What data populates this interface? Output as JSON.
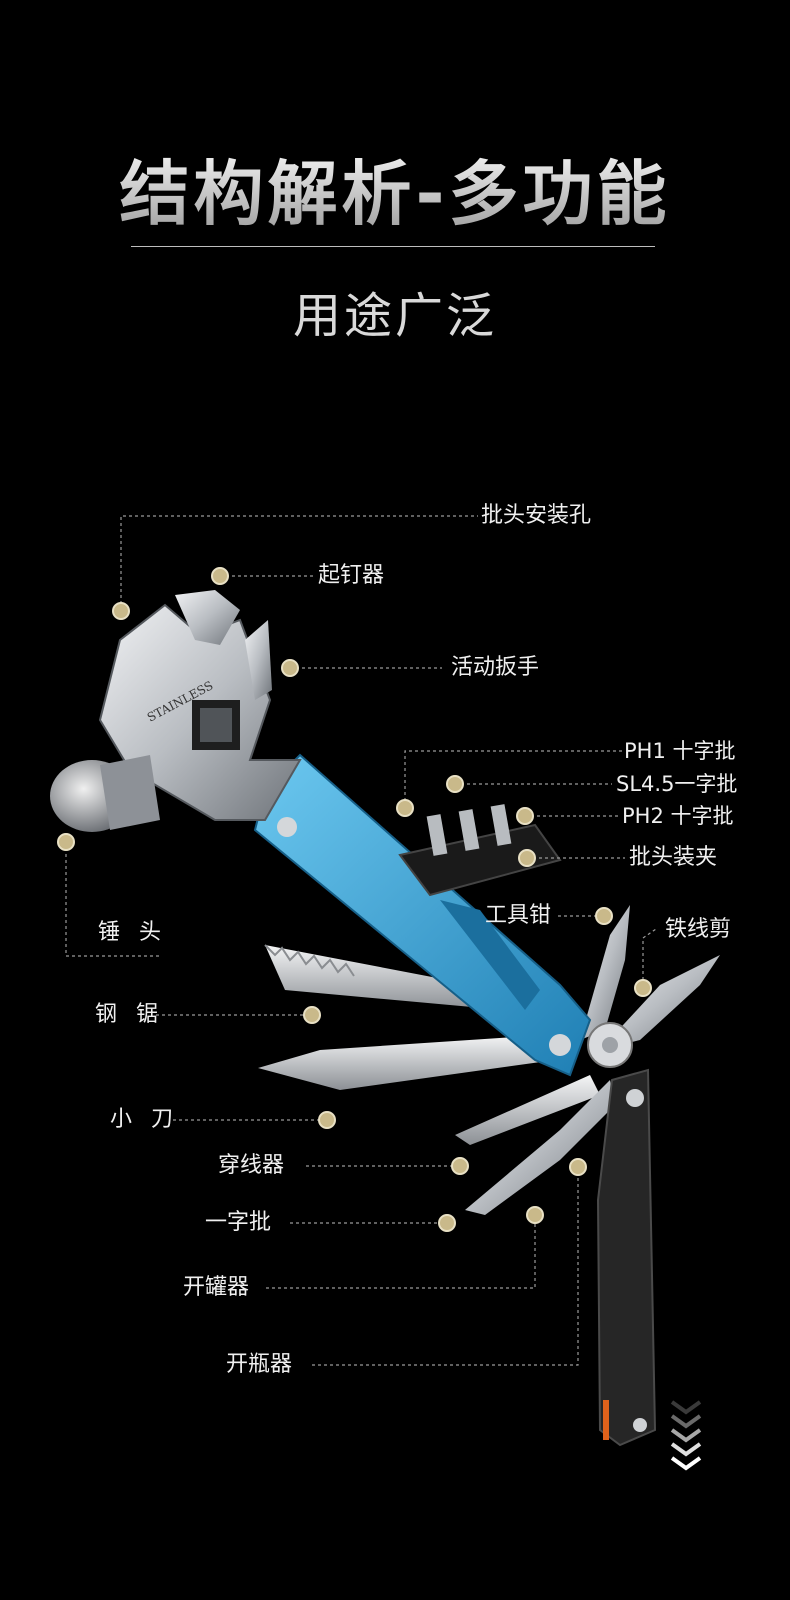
{
  "header": {
    "title": "结构解析-多功能",
    "subtitle": "用途广泛"
  },
  "stamp": "STAINLESS",
  "colors": {
    "background": "#000000",
    "dot": "#c9b98a",
    "handle_blue": "#3aa7d8",
    "handle_black": "#262626",
    "steel": "#c8cbcf"
  },
  "callouts": {
    "bit_hole": "批头安装孔",
    "nail_puller": "起钉器",
    "wrench": "活动扳手",
    "ph1": "PH1 十字批",
    "sl45": "SL4.5一字批",
    "ph2": "PH2 十字批",
    "bit_holder": "批头装夹",
    "pliers": "工具钳",
    "wire_cutter": "铁线剪",
    "hammer": "锤 头",
    "saw": "钢 锯",
    "knife": "小 刀",
    "threader": "穿线器",
    "flat_driver": "一字批",
    "can_opener": "开罐器",
    "bottle_opener": "开瓶器"
  }
}
